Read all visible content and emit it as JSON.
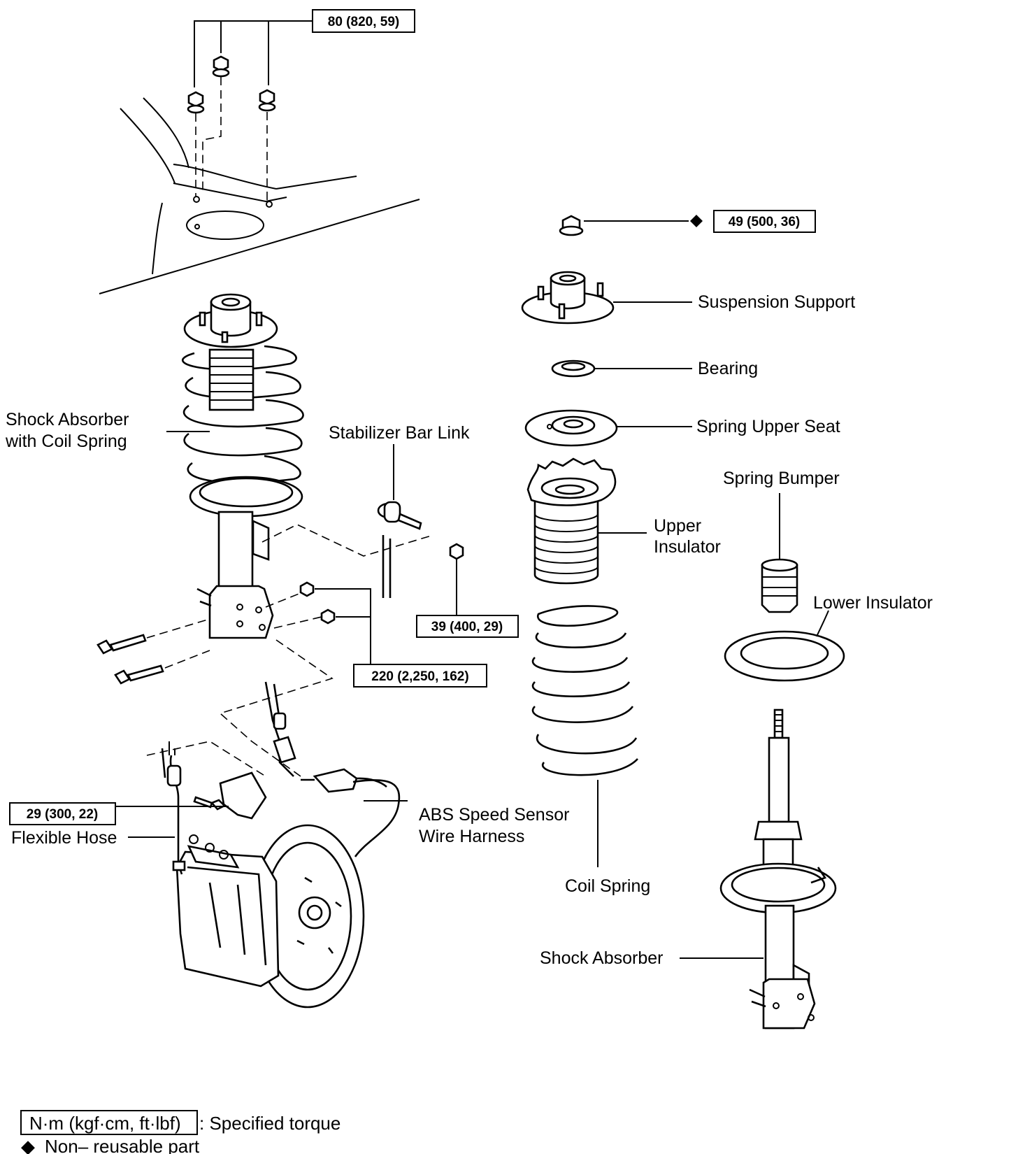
{
  "torque": {
    "top_mount_nuts": "80 (820, 59)",
    "piston_rod_nut": "49 (500, 36)",
    "stabilizer_link_nut": "39 (400, 29)",
    "strut_knuckle_bolts": "220 (2,250, 162)",
    "flexible_hose_bolt": "29 (300, 22)"
  },
  "labels": {
    "suspension_support": "Suspension Support",
    "bearing": "Bearing",
    "spring_upper_seat": "Spring Upper Seat",
    "spring_bumper": "Spring Bumper",
    "upper_insulator_1": "Upper",
    "upper_insulator_2": "Insulator",
    "lower_insulator": "Lower Insulator",
    "shock_with_spring_1": "Shock Absorber",
    "shock_with_spring_2": "with Coil Spring",
    "stabilizer_bar_link": "Stabilizer Bar Link",
    "abs_sensor_1": "ABS Speed Sensor",
    "abs_sensor_2": "Wire Harness",
    "flexible_hose": "Flexible Hose",
    "coil_spring": "Coil Spring",
    "shock_absorber": "Shock Absorber"
  },
  "legend": {
    "unit_box": "N·m (kgf·cm, ft·lbf)",
    "unit_text": ": Specified torque",
    "nonreusable_symbol": "◆",
    "nonreusable_text": "Non– reusable part"
  }
}
